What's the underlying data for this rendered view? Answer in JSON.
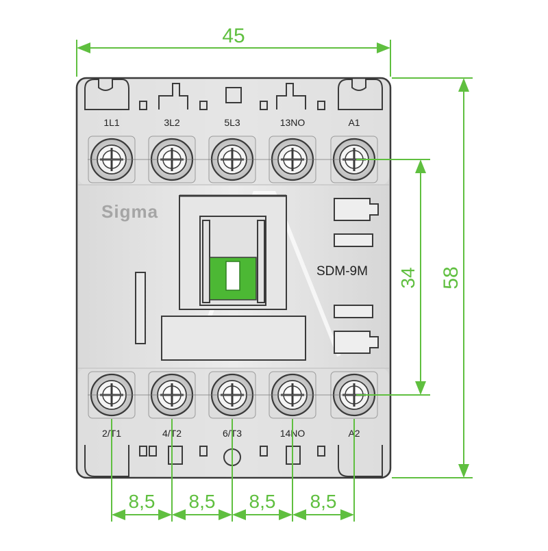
{
  "dimensions": {
    "width_label": "45",
    "height_label": "58",
    "terminal_span_label": "34",
    "pitch_labels": [
      "8,5",
      "8,5",
      "8,5",
      "8,5"
    ]
  },
  "device": {
    "brand": "Sigma",
    "model": "SDM-9M",
    "top_terminals": [
      "1L1",
      "3L2",
      "5L3",
      "13NO",
      "A1"
    ],
    "bottom_terminals": [
      "2/T1",
      "4/T2",
      "6/T3",
      "14NO",
      "A2"
    ]
  },
  "colors": {
    "dimension": "#5fbf3f",
    "indicator": "#4cb834",
    "body": "#e9e9e9",
    "outline": "#3a3a3a"
  },
  "icons": {
    "terminal": "screw-terminal-icon",
    "indicator": "status-indicator-icon"
  }
}
